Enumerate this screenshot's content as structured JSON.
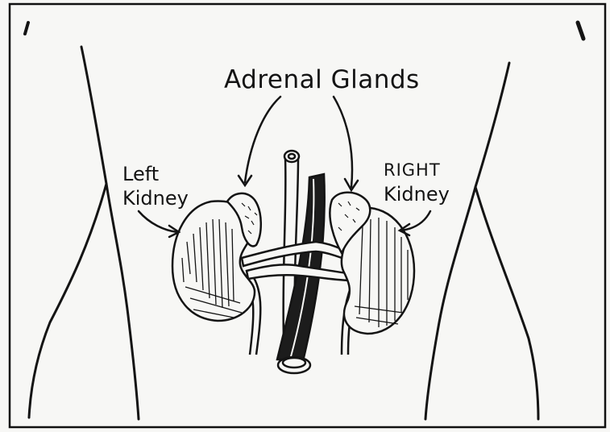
{
  "labels": {
    "adrenal_glands": "Adrenal Glands",
    "left_kidney_line1": "Left",
    "left_kidney_line2": "Kidney",
    "right_kidney_line1": "RIGHT",
    "right_kidney_line2": "Kidney"
  },
  "colors": {
    "ink": "#141414",
    "paper": "#f7f7f5",
    "frame": "#111111"
  }
}
